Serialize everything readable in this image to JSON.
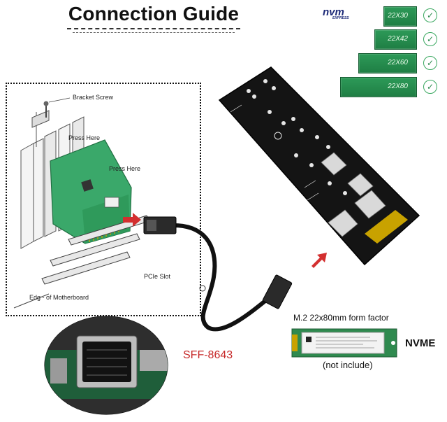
{
  "title": "Connection Guide",
  "nvm_logo": {
    "text": "nvm",
    "subtext": "EXPRESS"
  },
  "form_factors": [
    "22X30",
    "22X42",
    "22X60",
    "22X80"
  ],
  "motherboard_labels": {
    "bracket_screw": "Bracket Screw",
    "press_here_1": "Press Here",
    "press_here_2": "Press Here",
    "pcie_slot": "PCIe Slot",
    "edge_of_motherboard": "Edg - of Motherboard"
  },
  "cable_label": "SFF-8643",
  "ssd_caption": "M.2 22x80mm form factor",
  "ssd_type": "NVME",
  "not_included": "(not include)",
  "colors": {
    "pcb_green": "#3aa86a",
    "accent_red": "#d32f2f",
    "card_black": "#141414",
    "cable_label_red": "#c62828"
  },
  "icons": [
    "check-icon",
    "arrow-right-icon",
    "arrow-up-right-icon"
  ]
}
